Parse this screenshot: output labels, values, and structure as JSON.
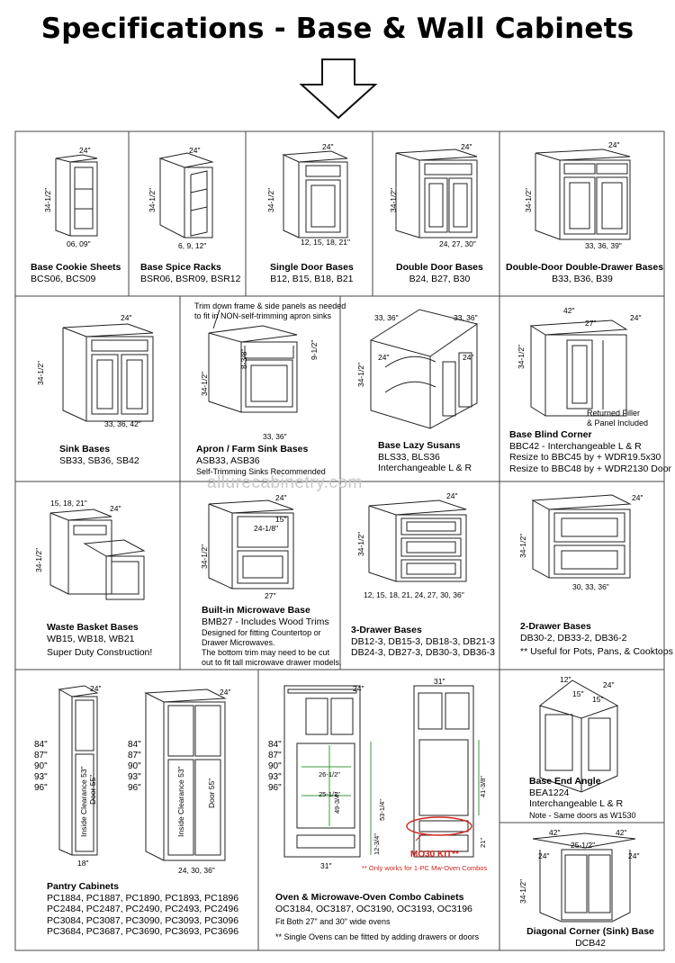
{
  "page_title": "Specifications - Base & Wall Cabinets",
  "watermark": "allurecabinetry.com",
  "cells": {
    "cookie": {
      "name": "Base Cookie Sheets",
      "codes": "BCS06, BCS09",
      "w": "24\"",
      "h": "34-1/2\"",
      "d": "06, 09\""
    },
    "spice": {
      "name": "Base Spice Racks",
      "codes": "BSR06, BSR09, BSR12",
      "w": "24\"",
      "h": "34-1/2\"",
      "d": "6, 9, 12\""
    },
    "single": {
      "name": "Single Door Bases",
      "codes": "B12, B15, B18, B21",
      "w": "24\"",
      "h": "34-1/2\"",
      "d": "12, 15, 18, 21\""
    },
    "double": {
      "name": "Double Door Bases",
      "codes": "B24, B27, B30",
      "w": "24\"",
      "h": "34-1/2\"",
      "d": "24, 27, 30\""
    },
    "ddd": {
      "name": "Double-Door Double-Drawer Bases",
      "codes": "B33, B36, B39",
      "w": "24\"",
      "h": "34-1/2\"",
      "d": "33, 36, 39\""
    },
    "sink": {
      "name": "Sink Bases",
      "codes": "SB33, SB36, SB42",
      "w": "24\"",
      "h": "34-1/2\"",
      "d": "33, 36, 42\""
    },
    "apron": {
      "name": "Apron / Farm Sink Bases",
      "codes": "ASB33, ASB36",
      "note": "Self-Trimming Sinks Recommended",
      "top_note1": "Trim down frame & side panels as needed",
      "top_note2": "to fit in NON-self-trimming apron sinks",
      "h": "34-1/2\"",
      "d": "33, 36\"",
      "d1": "8-3/8\"",
      "d2": "9-1/2\""
    },
    "lazy": {
      "name": "Base Lazy Susans",
      "codes": "BLS33, BLS36",
      "note": "Interchangeable L & R",
      "w1": "33, 36\"",
      "w2": "33, 36\"",
      "d1": "24\"",
      "d2": "24\"",
      "h": "34-1/2\""
    },
    "blind": {
      "name": "Base Blind Corner",
      "codes": "BBC42 - Interchangeable L & R",
      "l1": "Resize to BBC45 by + WDR19.5x30",
      "l2": "Resize to BBC48 by + WDR2130 Door",
      "w": "42\"",
      "w2": "27\"",
      "d": "24\"",
      "h": "34-1/2\"",
      "filler1": "Returned Filler",
      "filler2": "& Panel Included"
    },
    "waste": {
      "name": "Waste Basket Bases",
      "codes": "WB15, WB18, WB21",
      "note": "Super Duty Construction!",
      "w": "15, 18, 21\"",
      "d": "24\"",
      "h": "34-1/2\""
    },
    "micro": {
      "name": "Built-in Microwave Base",
      "codes": "BMB27 - Includes Wood Trims",
      "n1": "Designed for fitting Countertop or",
      "n2": "Drawer Microwaves.",
      "n3": "The bottom trim may need to be cut",
      "n4": "out to fit tall microwave drawer models.",
      "w": "24\"",
      "h": "34-1/2\"",
      "d": "27\"",
      "in1": "24-1/8\"",
      "in2": "15\""
    },
    "drawer3": {
      "name": "3-Drawer Bases",
      "l1": "DB12-3, DB15-3, DB18-3, DB21-3",
      "l2": "DB24-3, DB27-3, DB30-3, DB36-3",
      "w": "24\"",
      "h": "34-1/2\"",
      "d": "12, 15, 18, 21, 24, 27, 30, 36\""
    },
    "drawer2": {
      "name": "2-Drawer Bases",
      "codes": "DB30-2,  DB33-2,  DB36-2",
      "note": "** Useful for Pots, Pans, & Cooktops",
      "w": "24\"",
      "h": "34-1/2\"",
      "d": "30, 33, 36\""
    },
    "pantry": {
      "name": "Pantry Cabinets",
      "rows": [
        "PC1884, PC1887, PC1890, PC1893, PC1896",
        "PC2484, PC2487, PC2490, PC2493, PC2496",
        "PC3084, PC3087, PC3090, PC3093, PC3096",
        "PC3684, PC3687, PC3690, PC3693, PC3696"
      ],
      "heights": [
        "84\"",
        "87\"",
        "90\"",
        "93\"",
        "96\""
      ],
      "w": "24\"",
      "d1": "18\"",
      "d2": "24, 30, 36\"",
      "clear": "Inside Clearance 53\"",
      "door": "Door 55\""
    },
    "oven": {
      "name": "Oven & Microwave-Oven Combo Cabinets",
      "codes": "OC3184, OC3187, OC3190, OC3193, OC3196",
      "note": "Fit Both 27\" and 30\" wide ovens",
      "note2": "** Single Ovens can be fitted by adding drawers or doors",
      "heights": [
        "84\"",
        "87\"",
        "90\"",
        "93\"",
        "96\""
      ],
      "w": "24\"",
      "w1": "31\"",
      "w2": "31\"",
      "i1": "26-1/2\"",
      "i2": "25-1/2\"",
      "i3": "49-3/4\"",
      "i4": "53-1/4\"",
      "i5": "41-3/8\"",
      "i6": "21\"",
      "i7": "12-3/4\"",
      "kit": "MO30 KIT**",
      "kitnote": "** Only works for 1-PC Mw-Oven Combos"
    },
    "end": {
      "name": "Base End Angle",
      "codes": "BEA1224",
      "note": "Interchangeable L & R",
      "note2": "Note - Same doors as W1530",
      "w1": "12\"",
      "w2": "24\"",
      "w3": "15\"",
      "w4": "15\""
    },
    "diag": {
      "name": "Diagonal Corner (Sink) Base",
      "codes": "DCB42",
      "w1": "42\"",
      "w2": "42\"",
      "w3": "25-1/2\"",
      "d1": "24\"",
      "d2": "24\"",
      "h": "34-1/2\""
    }
  }
}
